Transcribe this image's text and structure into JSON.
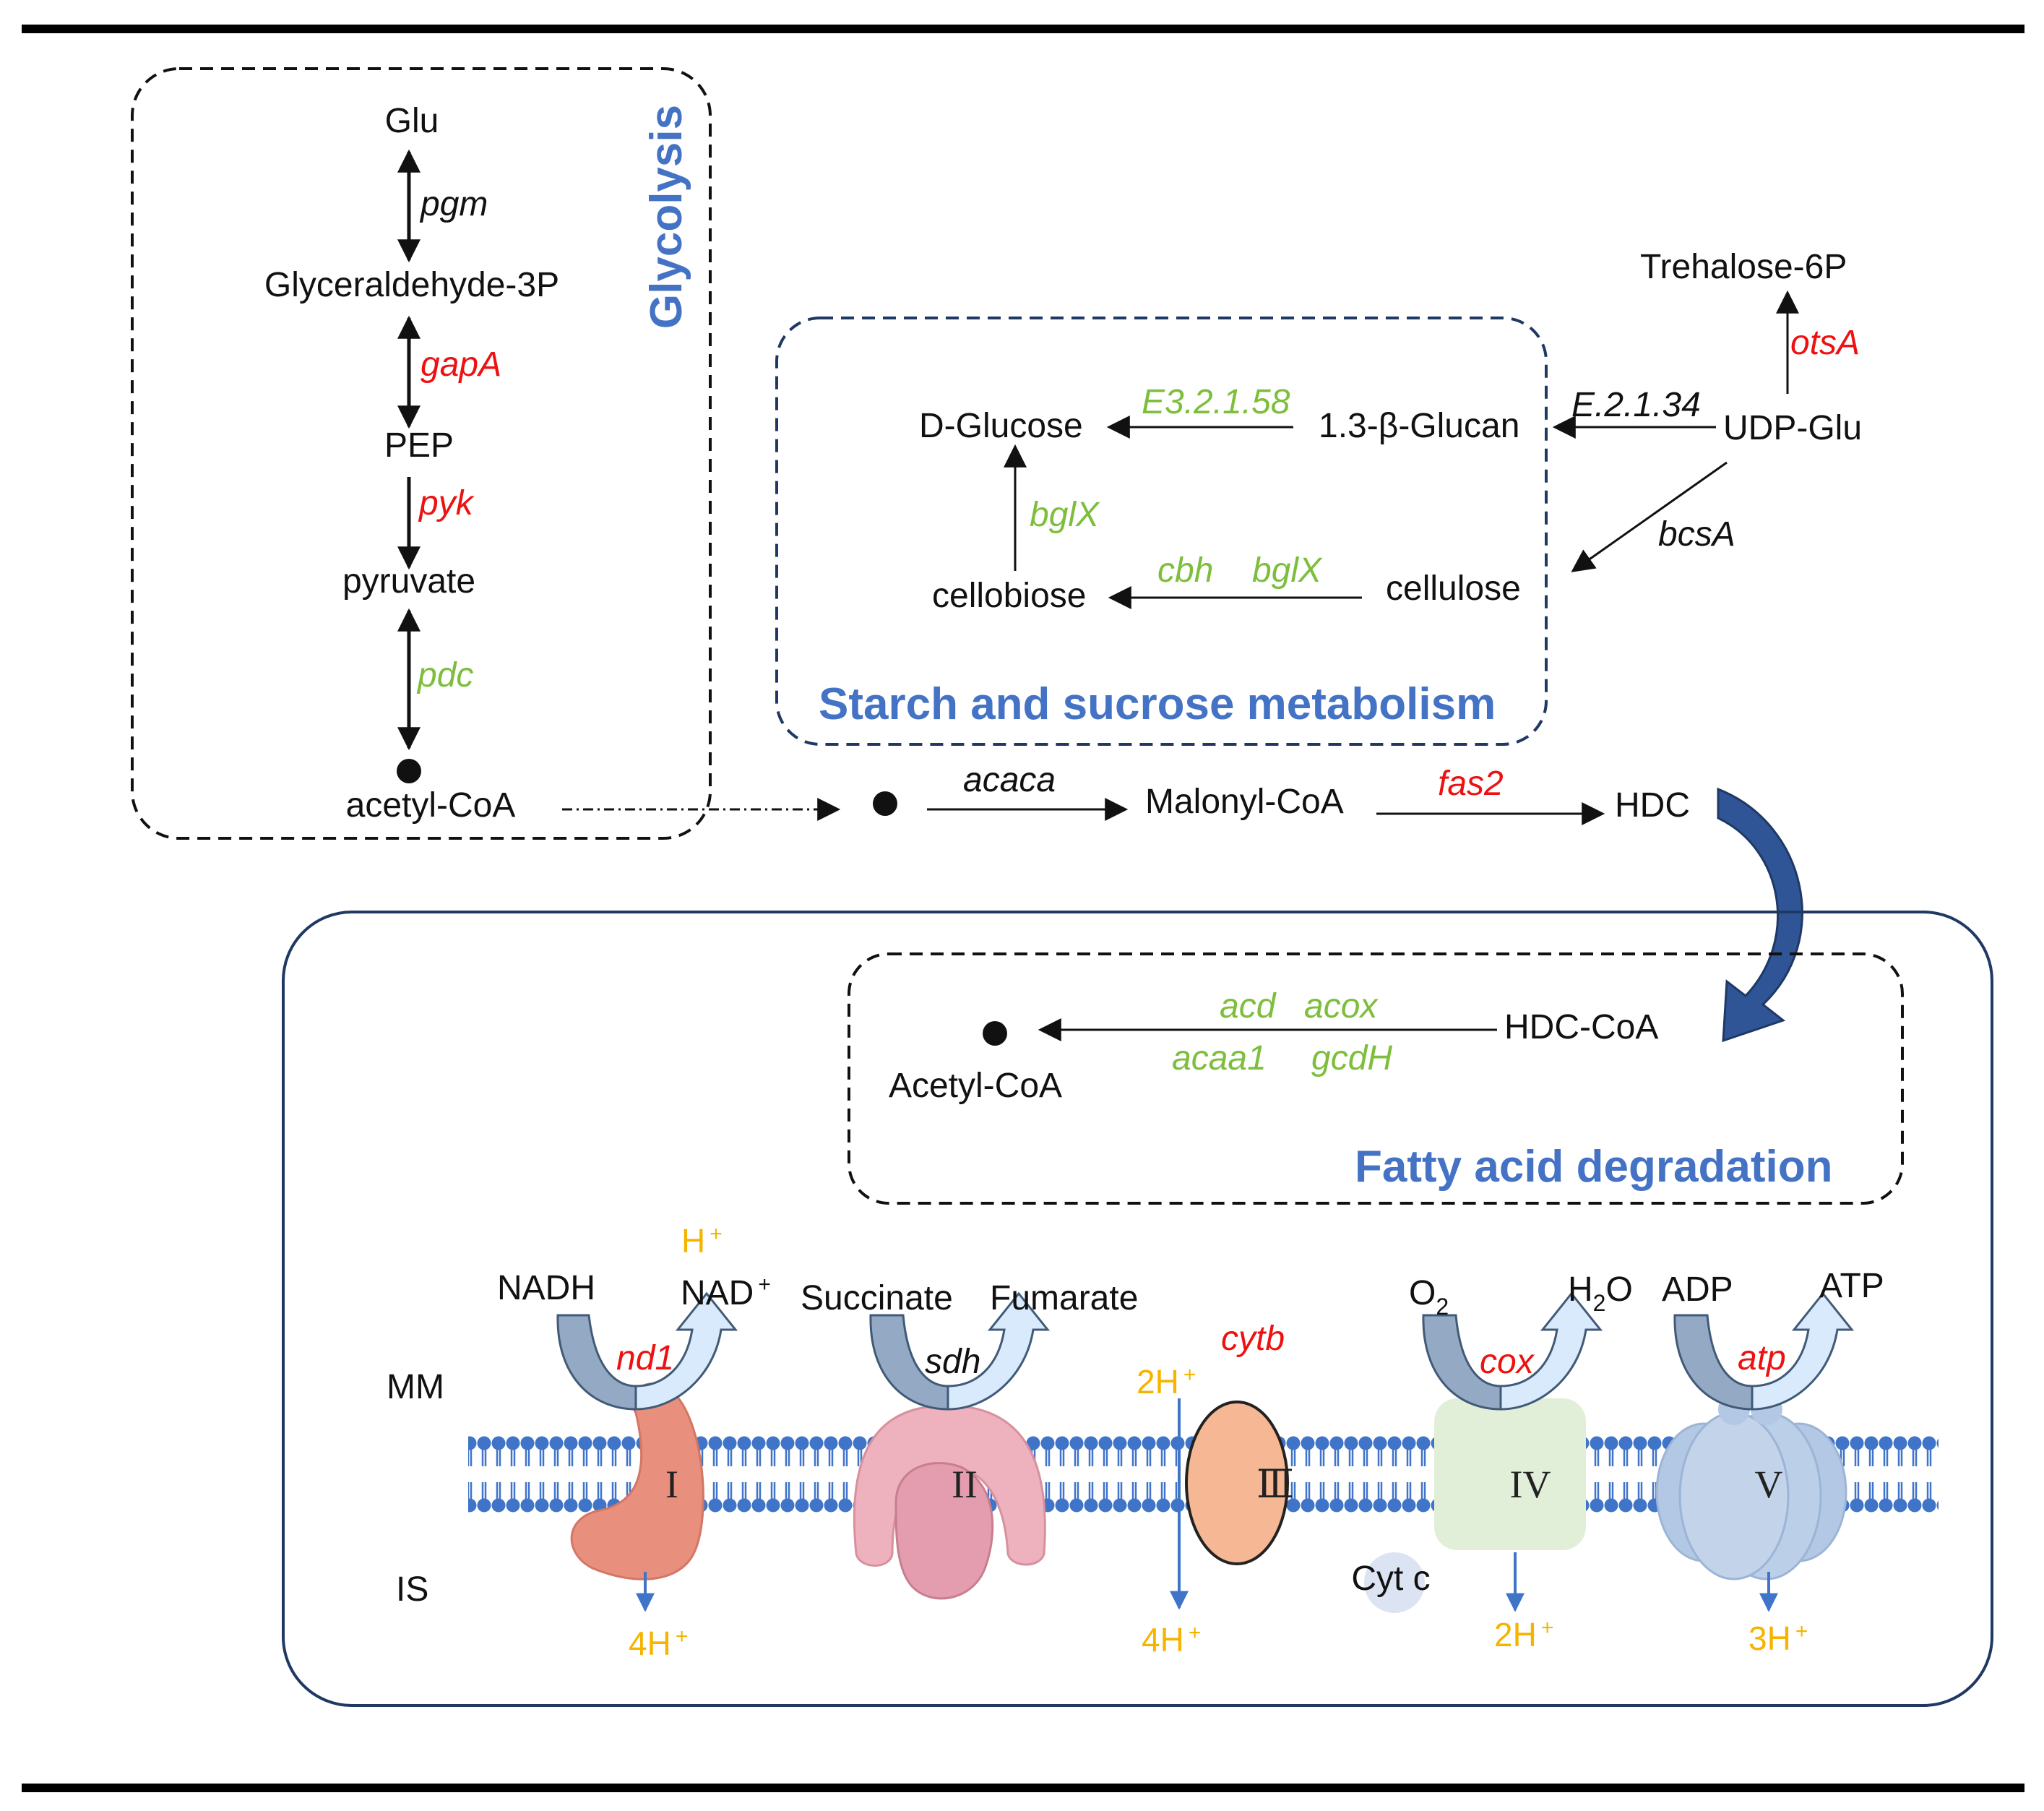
{
  "colors": {
    "black": "#111111",
    "gene_red": "#EE1111",
    "gene_green": "#7DBE3C",
    "gene_black": "#111111",
    "title_blue": "#4472C4",
    "proton_orange": "#F5B400",
    "membrane_blue": "#3F74C8"
  },
  "glycolysis": {
    "title": "Glycolysis",
    "metabolites": [
      "Glu",
      "Glyceraldehyde-3P",
      "PEP",
      "pyruvate",
      "acetyl-CoA"
    ],
    "genes": [
      {
        "name": "pgm",
        "color": "black"
      },
      {
        "name": "gapA",
        "color": "red"
      },
      {
        "name": "pyk",
        "color": "red"
      },
      {
        "name": "pdc",
        "color": "green"
      }
    ]
  },
  "starch": {
    "title": "Starch and sucrose metabolism",
    "metabolites": {
      "d_glucose": "D-Glucose",
      "glucan": "1.3-β-Glucan",
      "udp_glu": "UDP-Glu",
      "trehalose": "Trehalose-6P",
      "cellobiose": "cellobiose",
      "cellulose": "cellulose"
    },
    "genes": {
      "e3": {
        "name": "E3.2.1.58",
        "color": "green"
      },
      "e2": {
        "name": "E.2.1.34",
        "color": "black"
      },
      "otsA": {
        "name": "otsA",
        "color": "red"
      },
      "bglX_up": {
        "name": "bglX",
        "color": "green"
      },
      "cbh": {
        "name": "cbh",
        "color": "green"
      },
      "bglX": {
        "name": "bglX",
        "color": "green"
      },
      "bcsA": {
        "name": "bcsA",
        "color": "black"
      }
    }
  },
  "synthesis": {
    "malonyl": "Malonyl-CoA",
    "hdc": "HDC",
    "genes": {
      "acaca": {
        "name": "acaca",
        "color": "black"
      },
      "fas2": {
        "name": "fas2",
        "color": "red"
      }
    }
  },
  "fatty": {
    "title": "Fatty acid degradation",
    "hdc_coa": "HDC-CoA",
    "acetyl_coa": "Acetyl-CoA",
    "genes_top": [
      "acd",
      "acox"
    ],
    "genes_bottom": [
      "acaa1",
      "gcdH"
    ],
    "gene_color": "green"
  },
  "etc": {
    "mm_label": "MM",
    "is_label": "IS",
    "cyt_c": "Cyt c",
    "complexes": [
      {
        "numeral": "I",
        "gene": "nd1",
        "substrate": "NADH",
        "product": "NAD",
        "product_sup": "+",
        "h_top": "H",
        "h_top_sup": "+",
        "h_bottom": "4H",
        "h_bottom_sup": "+"
      },
      {
        "numeral": "II",
        "gene": "sdh",
        "substrate": "Succinate",
        "product": "Fumarate"
      },
      {
        "numeral": "Ⅲ",
        "gene": "cytb",
        "h_top": "2H",
        "h_top_sup": "+",
        "h_bottom": "4H",
        "h_bottom_sup": "+"
      },
      {
        "numeral": "IV",
        "gene": "cox",
        "substrate": "O",
        "substrate_sub": "2",
        "product_pre": "H",
        "product_sub": "2",
        "product": "O",
        "h_bottom": "2H",
        "h_bottom_sup": "+"
      },
      {
        "numeral": "V",
        "gene": "atp",
        "substrate": "ADP",
        "product": "ATP",
        "h_bottom": "3H",
        "h_bottom_sup": "+"
      }
    ],
    "gene_colors": {
      "nd1": "red",
      "sdh": "black",
      "cytb": "red",
      "cox": "red",
      "atp": "red"
    }
  }
}
